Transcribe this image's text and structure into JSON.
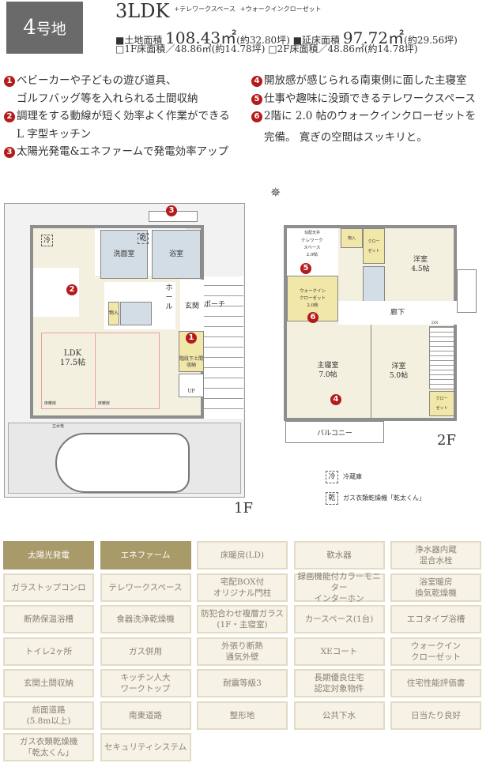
{
  "header": {
    "lot_number": "4",
    "lot_suffix": "号地",
    "plan_type": "3LDK",
    "options": [
      "+テレワークスペース",
      "+ウォークインクローゼット"
    ],
    "land_area_label": "■土地面積",
    "land_area_value": "108.43㎡",
    "land_area_tsubo": "(約32.80坪)",
    "floor_area_label": "■延床面積",
    "floor_area_value": "97.72㎡",
    "floor_area_tsubo": "(約29.56坪)",
    "floor1": "□1F床面積／48.86㎡(約14.78坪)",
    "floor2": "□2F床面積／48.86㎡(約14.78坪)"
  },
  "points": [
    {
      "n": "1",
      "text": "ベビーカーや子どもの遊び道具、",
      "text2": "ゴルフバッグ等を入れられる土間収納"
    },
    {
      "n": "2",
      "text": "調理をする動線が短く効率よく作業ができる",
      "text2": "L 字型キッチン"
    },
    {
      "n": "3",
      "text": "太陽光発電&エネファームで発電効率アップ"
    },
    {
      "n": "4",
      "text": "開放感が感じられる南東側に面した主寝室"
    },
    {
      "n": "5",
      "text": "仕事や趣味に没頭できるテレワークスペース"
    },
    {
      "n": "6",
      "text": "2階に 2.0 帖のウォークインクローゼットを",
      "text2": "完備。 寛ぎの空間はスッキリと。"
    }
  ],
  "floor1": {
    "label": "1F",
    "rooms": {
      "fridge": "冷",
      "dryer": "乾",
      "washroom": "洗面室",
      "bath": "浴室",
      "hall": "ホール",
      "entrance": "玄関",
      "porch": "ポーチ",
      "storage": "物入",
      "earth_storage": "階段下土間収納",
      "ldk": "LDK\n17.5帖",
      "floor_heating1": "床暖房",
      "floor_heating2": "床暖房",
      "up": "UP",
      "faucet": "立水栓"
    }
  },
  "floor2": {
    "label": "2F",
    "rooms": {
      "ceiling": "勾配天井",
      "telework": "テレワーク\nスペース\n2.0帖",
      "storage": "物入",
      "closet1": "クロー\nゼット",
      "western1": "洋室\n4.5帖",
      "wic": "ウォークイン\nクローゼット\n2.0帖",
      "corridor": "廊下",
      "master": "主寝室\n7.0帖",
      "western2": "洋室\n5.0帖",
      "closet2": "クロー\nゼット",
      "balcony": "バルコニー",
      "dn": "DN"
    }
  },
  "legend": [
    {
      "icon": "冷",
      "text": "冷蔵庫"
    },
    {
      "icon": "乾",
      "text": "ガス衣類乾燥機「乾太くん」"
    }
  ],
  "features": [
    {
      "label": "太陽光発電",
      "active": true
    },
    {
      "label": "エネファーム",
      "active": true
    },
    {
      "label": "床暖房(LD)",
      "active": false
    },
    {
      "label": "軟水器",
      "active": false
    },
    {
      "label": "浄水器内蔵\n混合水栓",
      "active": false
    },
    {
      "label": "ガラストップコンロ",
      "active": false
    },
    {
      "label": "テレワークスペース",
      "active": false
    },
    {
      "label": "宅配BOX付\nオリジナル門柱",
      "active": false
    },
    {
      "label": "録画機能付カラーモニター\nインターホン",
      "active": false
    },
    {
      "label": "浴室暖房\n換気乾燥機",
      "active": false
    },
    {
      "label": "断熱保温浴槽",
      "active": false
    },
    {
      "label": "食器洗浄乾燥機",
      "active": false
    },
    {
      "label": "防犯合わせ複層ガラス\n(1F・主寝室)",
      "active": false
    },
    {
      "label": "カースペース(1台)",
      "active": false
    },
    {
      "label": "エコタイプ浴槽",
      "active": false
    },
    {
      "label": "トイレ2ヶ所",
      "active": false
    },
    {
      "label": "ガス併用",
      "active": false
    },
    {
      "label": "外張り断熱\n通気外壁",
      "active": false
    },
    {
      "label": "XEコート",
      "active": false
    },
    {
      "label": "ウォークイン\nクローゼット",
      "active": false
    },
    {
      "label": "玄関土間収納",
      "active": false
    },
    {
      "label": "キッチン人大\nワークトップ",
      "active": false
    },
    {
      "label": "耐震等級3",
      "active": false
    },
    {
      "label": "長期優良住宅\n認定対象物件",
      "active": false
    },
    {
      "label": "住宅性能評価書",
      "active": false
    },
    {
      "label": "前面道路\n(5.8m以上)",
      "active": false
    },
    {
      "label": "南東道路",
      "active": false
    },
    {
      "label": "整形地",
      "active": false
    },
    {
      "label": "公共下水",
      "active": false
    },
    {
      "label": "日当たり良好",
      "active": false
    },
    {
      "label": "ガス衣類乾燥機\n「乾太くん」",
      "active": false
    },
    {
      "label": "セキュリティシステム",
      "active": false
    }
  ],
  "colors": {
    "active": "#a99a6a",
    "inactive": "#f6f2e6",
    "marker": "#b51b1b",
    "lot_box": "#6a6a6a"
  }
}
